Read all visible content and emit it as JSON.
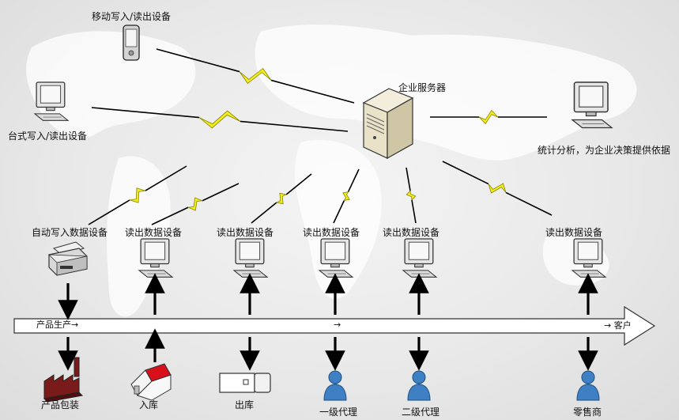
{
  "nodes": {
    "mobile_device": "移动写入/读出设备",
    "desktop_device": "台式写入/读出设备",
    "server": "企业服务器",
    "analysis": "统计分析，为企业决策提供依据"
  },
  "stations": [
    {
      "device_label": "自动写入数据设备",
      "device_icon": "printer-icon",
      "arrow": "down",
      "endpoint_label": "产品包装",
      "endpoint_icon": "factory-icon"
    },
    {
      "device_label": "读出数据设备",
      "device_icon": "computer-icon",
      "arrow": "up",
      "endpoint_label": "入库",
      "endpoint_icon": "warehouse-icon"
    },
    {
      "device_label": "读出数据设备",
      "device_icon": "computer-icon",
      "arrow": "up",
      "endpoint_label": "出库",
      "endpoint_icon": "truck-icon"
    },
    {
      "device_label": "读出数据设备",
      "device_icon": "computer-icon",
      "arrow": "up",
      "endpoint_label": "一级代理",
      "endpoint_icon": "person-icon"
    },
    {
      "device_label": "读出数据设备",
      "device_icon": "computer-icon",
      "arrow": "up",
      "endpoint_label": "二级代理",
      "endpoint_icon": "person-icon"
    },
    {
      "device_label": "读出数据设备",
      "device_icon": "computer-icon",
      "arrow": "up",
      "endpoint_label": "零售商",
      "endpoint_icon": "person-icon"
    }
  ],
  "flow": {
    "start": "产品生产→",
    "middle": "→",
    "end": "→ 客户"
  },
  "colors": {
    "lightning": "#f2ee1a",
    "lightning_edge": "#8a8400",
    "person": "#3f7fc4",
    "factory": "#7a1b1b",
    "warehouse_roof": "#d8101a"
  }
}
